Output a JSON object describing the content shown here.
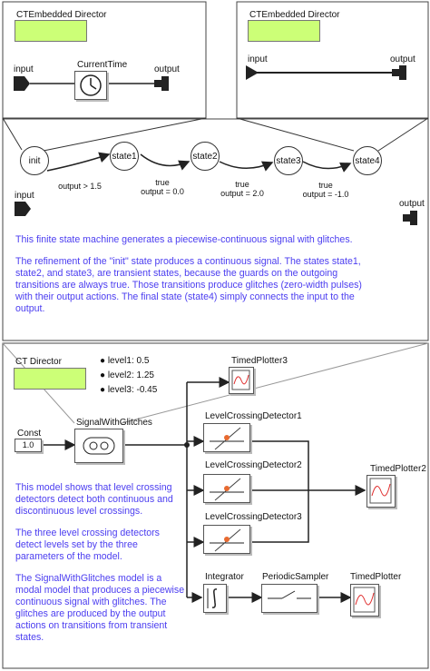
{
  "top_left_panel": {
    "director_label": "CTEmbedded Director",
    "input_label": "input",
    "actor_label": "CurrentTime",
    "output_label": "output"
  },
  "top_right_panel": {
    "director_label": "CTEmbedded Director",
    "input_label": "input",
    "output_label": "output"
  },
  "fsm_panel": {
    "states": [
      "init",
      "state1",
      "state2",
      "state3",
      "state4"
    ],
    "transitions": [
      {
        "guard": "output > 1.5",
        "action": ""
      },
      {
        "guard": "true",
        "action": "output = 0.0"
      },
      {
        "guard": "true",
        "action": "output = 2.0"
      },
      {
        "guard": "true",
        "action": "output = -1.0"
      }
    ],
    "input_label": "input",
    "output_label": "output",
    "description": [
      "This finite state machine generates a piecewise-continuous signal with glitches.",
      "The refinement of the \"init\" state produces a continuous signal. The states state1, state2, and state3, are transient states, because the guards on the outgoing transitions are always true. Those transitions produce glitches (zero-width pulses) with their output actions. The final state (state4) simply connects the input to the output."
    ]
  },
  "ct_panel": {
    "director_label": "CT Director",
    "parameters": [
      "level1: 0.5",
      "level2: 1.25",
      "level3: -0.45"
    ],
    "const_label": "Const",
    "const_value": "1.0",
    "signal_label": "SignalWithGlitches",
    "plotter3_label": "TimedPlotter3",
    "lcd1_label": "LevelCrossingDetector1",
    "lcd2_label": "LevelCrossingDetector2",
    "lcd3_label": "LevelCrossingDetector3",
    "plotter2_label": "TimedPlotter2",
    "integrator_label": "Integrator",
    "sampler_label": "PeriodicSampler",
    "plotter_label": "TimedPlotter",
    "description": [
      "This model shows that level crossing detectors detect both continuous and discontinuous level crossings.",
      "The three level crossing detectors detect levels set by the three parameters of the model.",
      "The SignalWithGlitches model is a modal model that produces a piecewise continuous signal with glitches. The glitches are produced by the output actions on transitions from transient states."
    ]
  },
  "colors": {
    "director_fill": "#ccff77",
    "description_text": "#4b3df0",
    "connector": "#222222"
  }
}
